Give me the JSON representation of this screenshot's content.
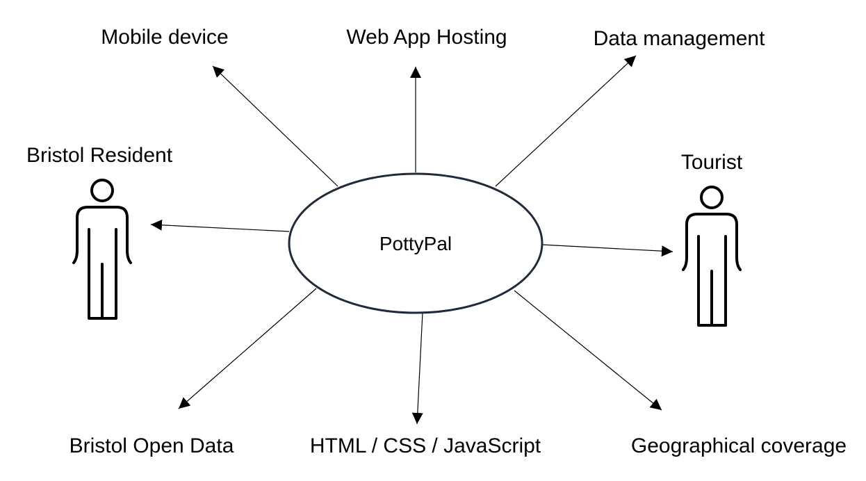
{
  "center": {
    "label": "PottyPal"
  },
  "nodes": {
    "mobile_device": "Mobile device",
    "web_app_hosting": "Web App Hosting",
    "data_management": "Data management",
    "bristol_resident": "Bristol Resident",
    "tourist": "Tourist",
    "bristol_open_data": "Bristol Open Data",
    "html_css_js": "HTML / CSS / JavaScript",
    "geographical_coverage": "Geographical coverage"
  },
  "colors": {
    "stroke": "#000000",
    "background": "#ffffff"
  }
}
